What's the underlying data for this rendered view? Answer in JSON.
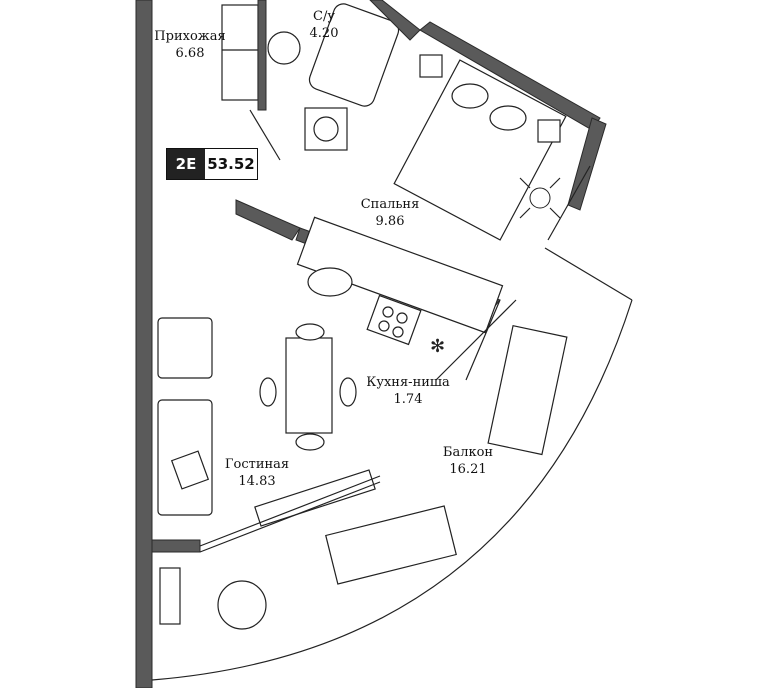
{
  "apartment": {
    "type_code": "2E",
    "total_area": "53.52"
  },
  "rooms": [
    {
      "name": "Прихожая",
      "area": "6.68"
    },
    {
      "name": "С/у",
      "area": "4.20"
    },
    {
      "name": "Спальня",
      "area": "9.86"
    },
    {
      "name": "Кухня-ниша",
      "area": "1.74"
    },
    {
      "name": "Гостиная",
      "area": "14.83"
    },
    {
      "name": "Балкон",
      "area": "16.21"
    }
  ]
}
